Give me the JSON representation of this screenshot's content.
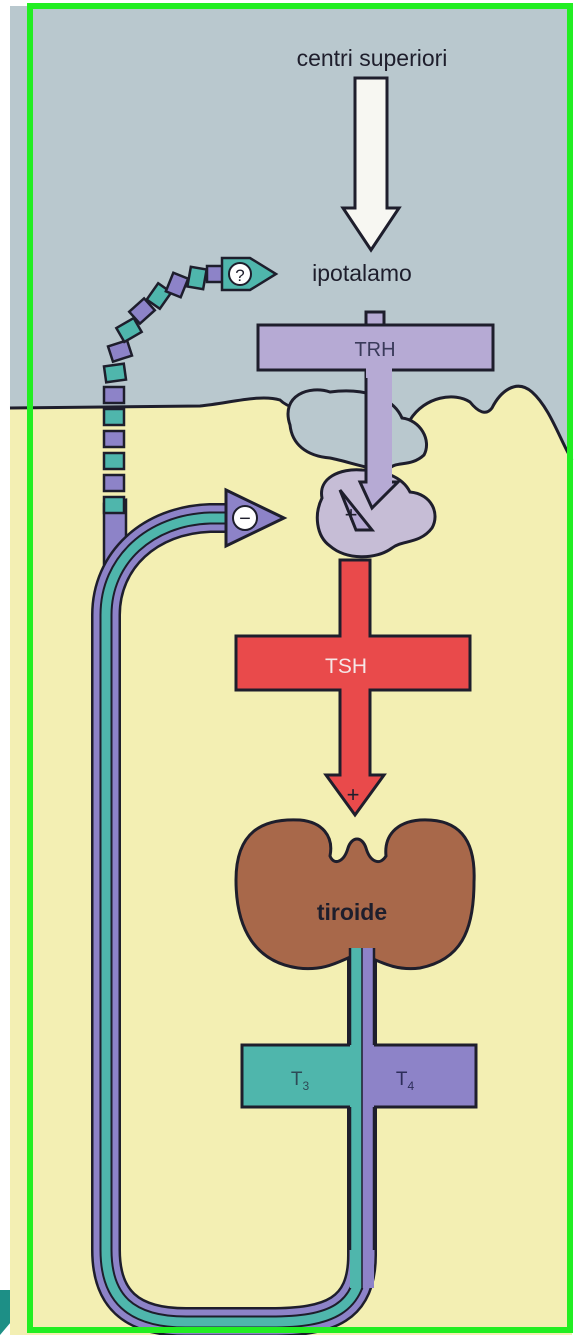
{
  "labels": {
    "higher_centers": "centri superiori",
    "hypothalamus": "ipotalamo",
    "question_mark": "?",
    "trh": "TRH",
    "pituitary_plus": "+",
    "feedback_minus": "−",
    "tsh": "TSH",
    "tsh_plus": "+",
    "thyroid": "tiroide",
    "t3_base": "T",
    "t3_sub": "3",
    "t4_base": "T",
    "t4_sub": "4"
  },
  "colors": {
    "frame_border": "#22ee22",
    "brain_region": "#b9c8ce",
    "body_region": "#f3efb3",
    "trh": "#b6aad4",
    "tsh": "#e94a4b",
    "thyroid": "#a8684a",
    "t3": "#4fb6ac",
    "t4": "#8d83c8",
    "outline": "#1e1e2c"
  }
}
